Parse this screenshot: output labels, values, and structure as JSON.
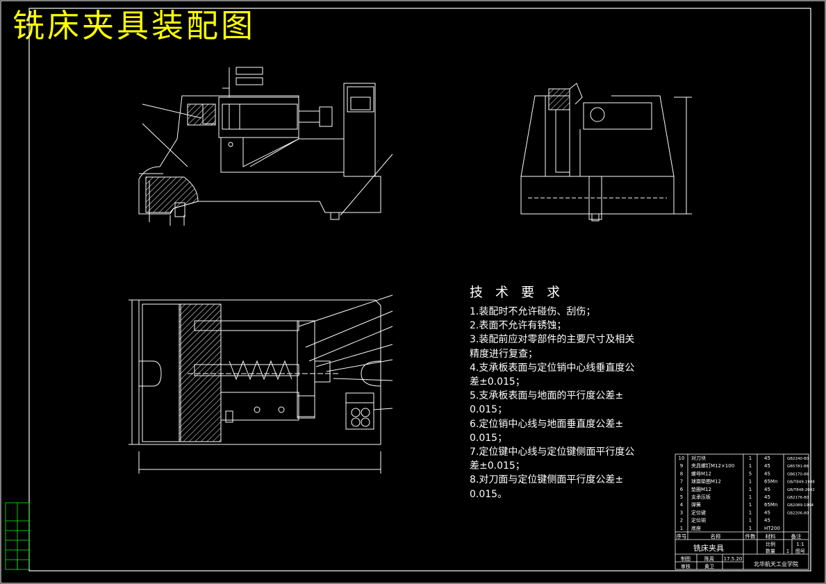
{
  "title": "铣床夹具装配图",
  "tech_requirements": {
    "heading": "技 术 要 求",
    "lines": [
      "1.装配时不允许碰伤、刮伤；",
      "2.表面不允许有锈蚀；",
      "3.装配前应对零部件的主要尺寸及相关",
      "精度进行复查；",
      "4.支承板表面与定位销中心线垂直度公",
      "差±0.015；",
      "5.支承板表面与地面的平行度公差±",
      "0.015；",
      "6.定位销中心线与地面垂直度公差±",
      "0.015；",
      "7.定位键中心线与定位键侧面平行度公",
      "差±0.015；",
      "8.对刀面与定位键侧面平行度公差±",
      "0.015。"
    ]
  },
  "bom": {
    "rows": [
      [
        "10",
        "对刀块",
        "1",
        "45",
        "GB2240-80"
      ],
      [
        "9",
        "夹具螺钉M12×100",
        "1",
        "45",
        "GB5781-86"
      ],
      [
        "8",
        "螺母M12",
        "5",
        "45",
        "GB6170-86"
      ],
      [
        "7",
        "球面垫圈M12",
        "1",
        "65Mn",
        "GB/T849-1988"
      ],
      [
        "6",
        "垫圈M12",
        "1",
        "45",
        "GB/T848-2002"
      ],
      [
        "5",
        "支承压板",
        "1",
        "45",
        "GB2176-80"
      ],
      [
        "4",
        "弹簧",
        "1",
        "65Mn",
        "GB2089-1994"
      ],
      [
        "3",
        "定位键",
        "1",
        "45",
        "GB2206-80"
      ],
      [
        "2",
        "定位销",
        "1",
        "45",
        ""
      ],
      [
        "1",
        "底座",
        "1",
        "HT200",
        ""
      ]
    ],
    "header": [
      "序号",
      "名称",
      "件数",
      "材料",
      "备注"
    ],
    "name": "铣床夹具",
    "scale_label": "比例",
    "scale": "1:1",
    "qty_label": "数量",
    "qty": "1",
    "sheet_label": "图号",
    "drawn_label": "制图",
    "drawn_by": "陈周",
    "checked_label": "审核",
    "checked_by": "黄卫",
    "date": "17.5.20",
    "school": "北华航天工业学院"
  },
  "colors": {
    "background": "#000000",
    "title": "#ffff00",
    "lines": "#ffffff",
    "left_strip": "#00ff00"
  }
}
